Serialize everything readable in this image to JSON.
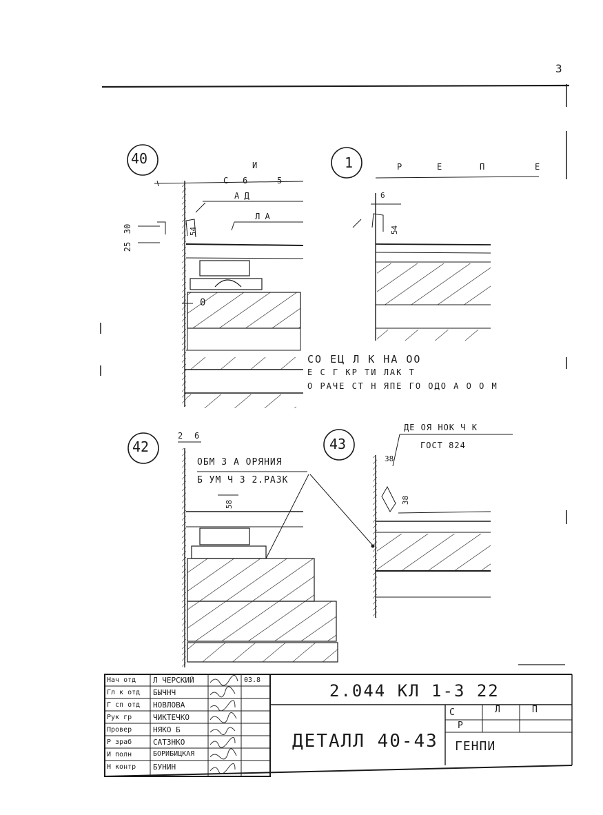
{
  "page": {
    "page_number": "3"
  },
  "details": [
    {
      "id": "40",
      "header": "И",
      "labels": [
        "С",
        "6",
        "5",
        "А Д",
        "Л А",
        "54",
        "0"
      ],
      "dims_left": [
        "25",
        "30"
      ]
    },
    {
      "id": "1",
      "header_letters": [
        "Р",
        "Е",
        "П",
        "Е"
      ],
      "labels": [
        "6",
        "54"
      ]
    },
    {
      "id": "42",
      "dims_top": [
        "2",
        "6"
      ],
      "labels": [
        "58"
      ],
      "callout": [
        "ОБМ З А ОРЯНИЯ",
        "Б УМ Ч З 2.РАЗК"
      ]
    },
    {
      "id": "43",
      "callout": [
        "ДЕ ОЯ НОК Ч К",
        "ГОСТ 824"
      ],
      "labels": [
        "38",
        "38"
      ]
    }
  ],
  "note_lines": [
    "СО ЕЦ Л К НА ОО",
    "Е С Г КР ТИ ЛАК Т",
    "О РАЧЕ СТ Н ЯПЕ ГО ОДО А О О М"
  ],
  "title_block": {
    "roles": [
      "Нач отд",
      "Гл к отд",
      "Г сп отд",
      "Рук гр",
      "Провер",
      "Р зраб",
      "И полн",
      "Н контр"
    ],
    "names": [
      "Л ЧЕРСКИЙ",
      "БЫЧНЧ",
      "НОВЛОВА",
      "ЧИКТЕЧКО",
      "НЯКО Б",
      "САТЗНКО",
      "БОРИБИЦКАЯ",
      "БУНИН"
    ],
    "date": "03.8",
    "doc_code": "2.044 КЛ 1-3 22",
    "title": "ДЕТАЛЛ 40-43",
    "sheet_headers": [
      "С",
      "Л",
      "П"
    ],
    "stage": "Р",
    "org": "ГЕНПИ"
  }
}
